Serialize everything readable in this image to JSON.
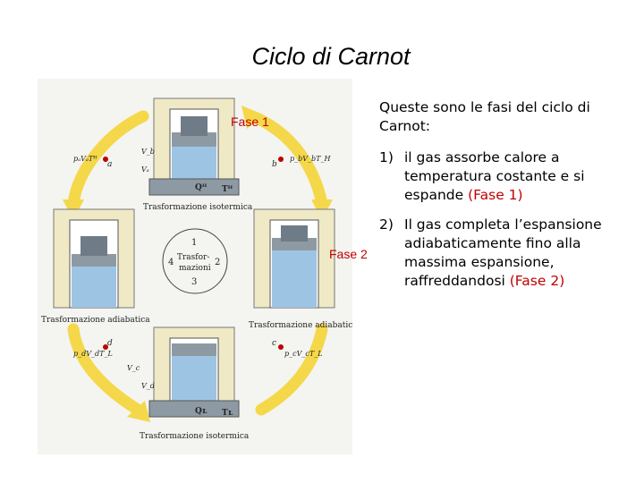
{
  "slide": {
    "title": "Ciclo di Carnot",
    "labels": {
      "fase1": "Fase 1",
      "fase2": "Fase 2"
    },
    "intro": "Queste sono le fasi del ciclo di Carnot:",
    "items": [
      {
        "num": "1)",
        "text": "il gas assorbe calore a temperatura costante e si espande ",
        "tag": "(Fase 1)"
      },
      {
        "num": "2)",
        "text": "Il gas completa l’espansione adiabaticamente fino alla massima espansione, raffreddandosi ",
        "tag": "(Fase 2)"
      }
    ]
  },
  "figure": {
    "captions": {
      "top": "Trasformazione isotermica",
      "left": "Trasformazione adiabatica",
      "right": "Trasformazione adiabatica",
      "bottom": "Trasformazione isotermica"
    },
    "center": {
      "n1": "1",
      "n2": "2",
      "n3": "3",
      "n4": "4",
      "word1": "Trasfor-",
      "word2": "mazioni"
    },
    "state_labels": {
      "a": "a",
      "b": "b",
      "c": "c",
      "d": "d",
      "pa": "pₐVₐTᴴ",
      "pb": "p_bV_bT_H",
      "pc": "p_cV_cT_L",
      "pd": "p_dV_dT_L",
      "va": "Vₐ",
      "vb": "V_b",
      "vc": "V_c",
      "vd": "V_d",
      "qh": "Qᴴ",
      "th": "Tᴴ",
      "ql": "Qʟ",
      "tl": "Tʟ"
    },
    "colors": {
      "arrow": "#f4d84a",
      "gas": "#9ec4e4",
      "wall": "#efe9c5",
      "metal": "#8d9aa4"
    }
  }
}
